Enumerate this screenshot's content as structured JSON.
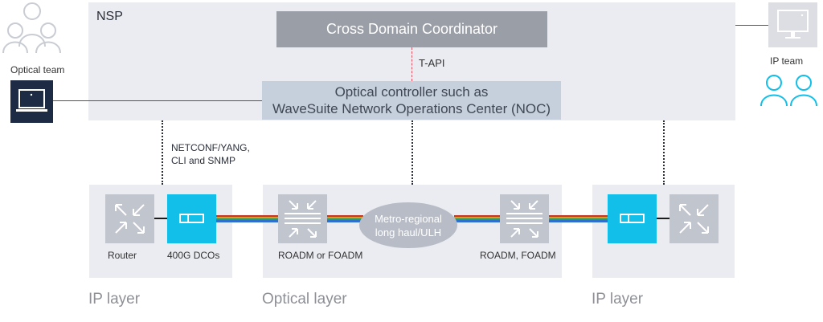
{
  "nsp": {
    "label": "NSP"
  },
  "cross_domain": {
    "label": "Cross Domain Coordinator"
  },
  "tapi": {
    "label": "T-API"
  },
  "optical_controller": {
    "line1": "Optical controller such as",
    "line2": "WaveSuite Network Operations Center (NOC)"
  },
  "teams": {
    "optical": "Optical team",
    "ip": "IP team"
  },
  "protocols": {
    "line1": "NETCONF/YANG,",
    "line2": "CLI and SNMP"
  },
  "cloud": {
    "line1": "Metro-regional",
    "line2": "long haul/ULH"
  },
  "devices": {
    "router": "Router",
    "dco": "400G DCOs",
    "roadm_left": "ROADM or FOADM",
    "roadm_right": "ROADM, FOADM"
  },
  "layers": {
    "ip_left": "IP layer",
    "optical": "Optical layer",
    "ip_right": "IP layer"
  },
  "colors": {
    "panel": "#ebecf1",
    "coordinator": "#9a9ea6",
    "controller": "#c6cfdc",
    "dco": "#11bfe9",
    "ip_team_icon": "#11bfe9",
    "optical_team_icon": "#c9ccd3"
  }
}
